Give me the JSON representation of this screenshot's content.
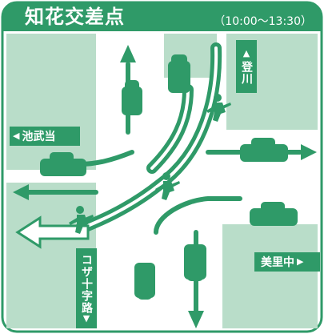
{
  "header": {
    "title": "知花交差点",
    "time": "（10:00〜13:30）"
  },
  "directions": {
    "west": {
      "label": "池武当",
      "arrow": "◀"
    },
    "north": {
      "label": "登川",
      "arrow": "▲"
    },
    "east": {
      "label": "美里中",
      "arrow": "▶"
    },
    "south": {
      "label": "コザ十字路",
      "arrow": "▼"
    }
  },
  "colors": {
    "accent": "#2f9a68",
    "road_block": "#b9ddc9",
    "white": "#ffffff"
  }
}
